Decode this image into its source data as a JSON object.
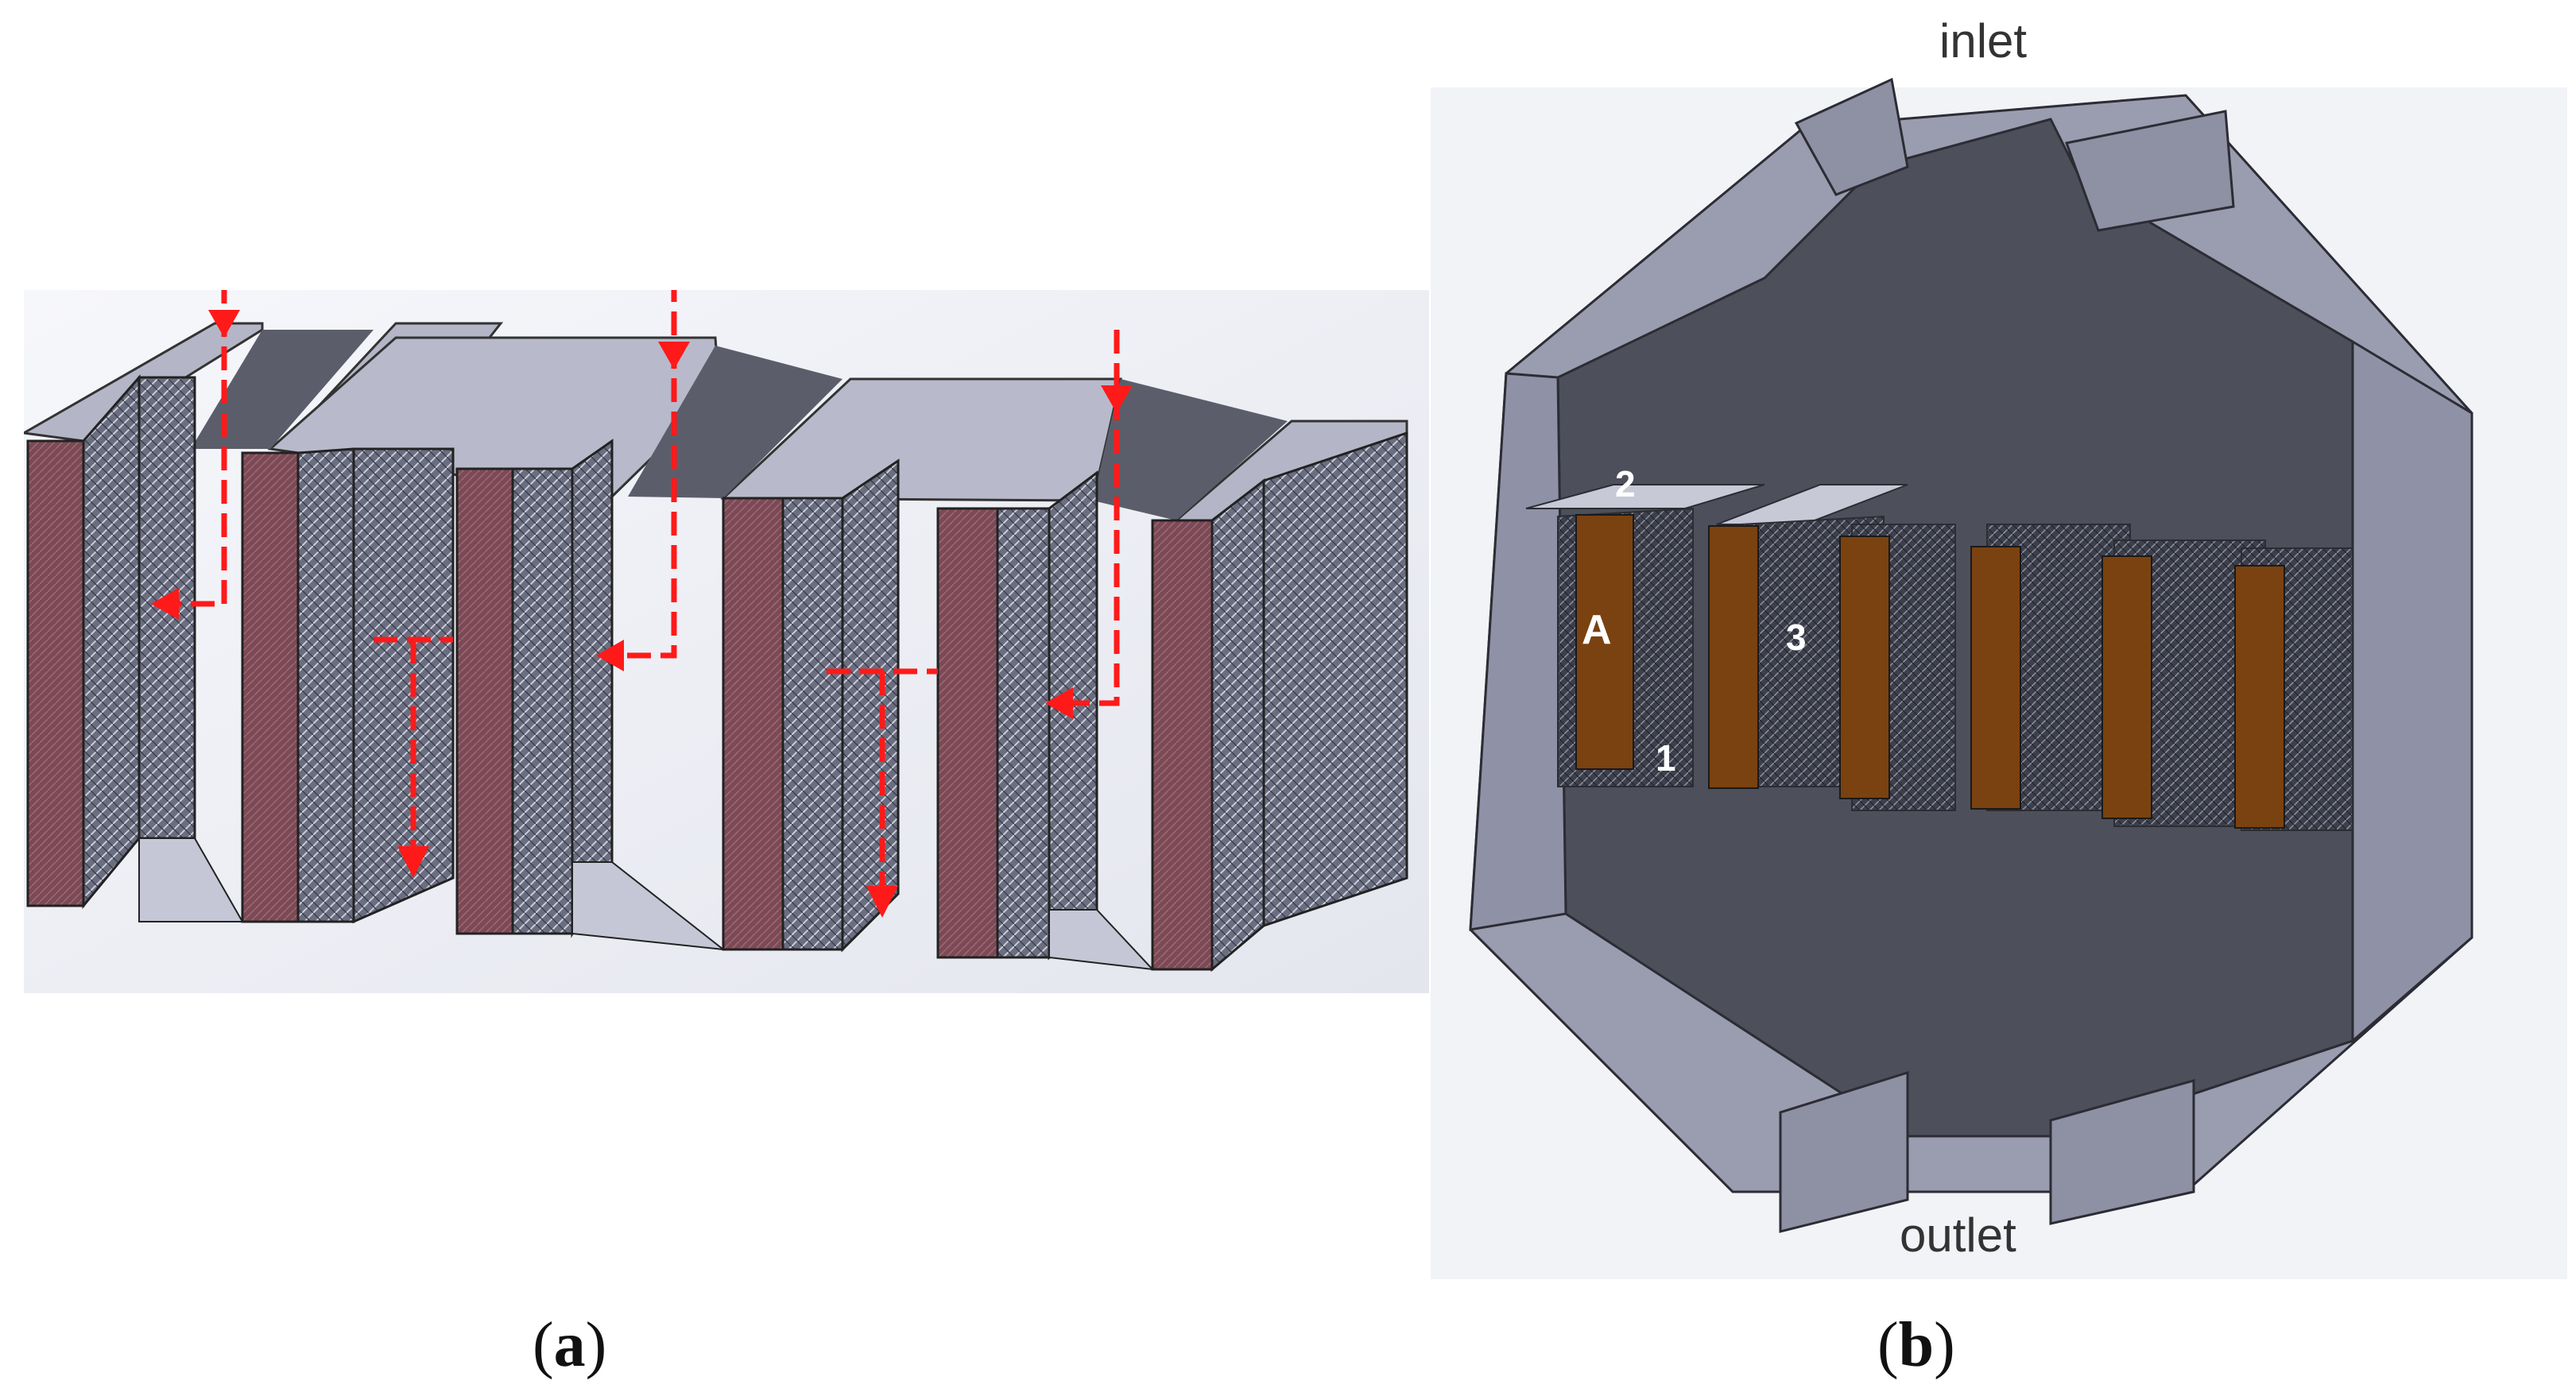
{
  "panel_a": {
    "caption_open": "(",
    "caption_letter": "a",
    "caption_close": ")"
  },
  "panel_b": {
    "caption_open": "(",
    "caption_letter": "b",
    "caption_close": ")",
    "inlet_label": "inlet",
    "outlet_label": "outlet",
    "label_A": "A",
    "label_1": "1",
    "label_2": "2",
    "label_3": "3"
  },
  "colors": {
    "frame_gray": "#9799ab",
    "frame_top": "#b7b9c9",
    "mesh": "#5a5d6e",
    "membrane_red": "#7a4a55",
    "flow_arrow": "#ff0000",
    "cavity_dark": "#4c4e58",
    "brown_plate": "#7a4210"
  }
}
